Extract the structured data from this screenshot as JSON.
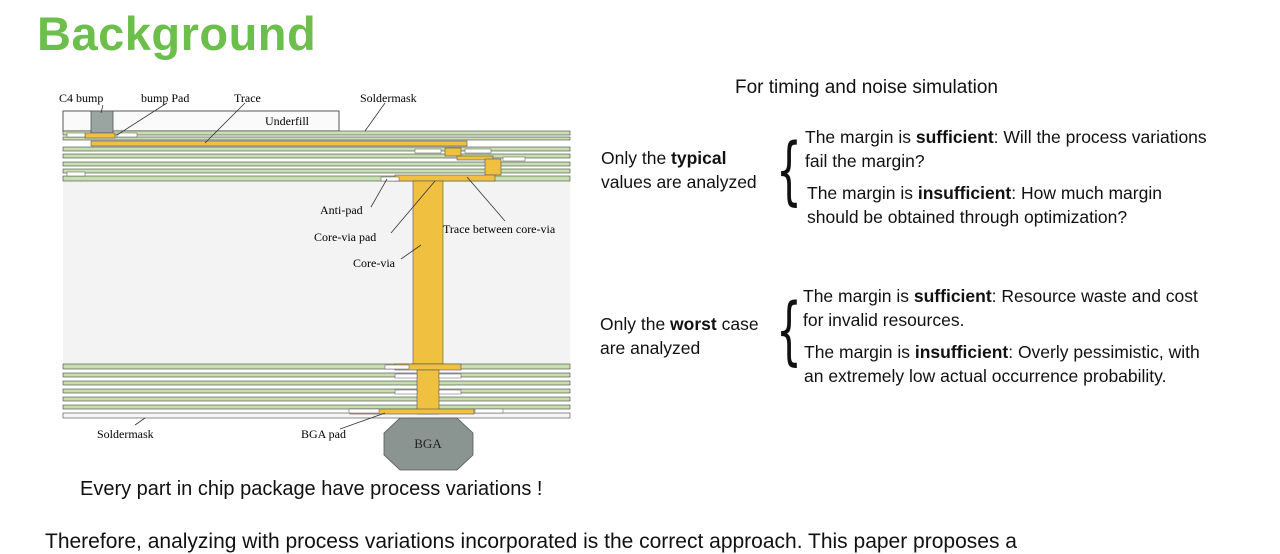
{
  "title": "Background",
  "diagram": {
    "labels": {
      "c4_bump": "C4 bump",
      "bump_pad": "bump Pad",
      "trace": "Trace",
      "soldermask_top": "Soldermask",
      "underfill": "Underfill",
      "anti_pad": "Anti-pad",
      "core_via_pad": "Core-via pad",
      "core_via": "Core-via",
      "trace_between_core_via": "Trace between core-via",
      "soldermask_bottom": "Soldermask",
      "bga_pad": "BGA pad",
      "bga": "BGA"
    },
    "colors": {
      "copper": "#f0c040",
      "dielectric_green": "#c8e0b0",
      "core": "#f3f3f3",
      "bga": "#8a9592",
      "bump": "#9aa5a2"
    }
  },
  "caption": "Every part in chip package have process variations !",
  "simulation": {
    "heading": "For timing and noise simulation",
    "typical": {
      "label_pre": "Only the ",
      "label_bold": "typical",
      "label_post": "values are analyzed",
      "cases": [
        {
          "pre": "The margin is ",
          "bold": "sufficient",
          "post": ": Will the process variations",
          "line2": "fail the margin?"
        },
        {
          "pre": "The margin is ",
          "bold": "insufficient",
          "post": ": How much margin",
          "line2": "should be obtained through optimization?"
        }
      ]
    },
    "worst": {
      "label_pre": "Only the ",
      "label_bold": "worst",
      "label_post": " case",
      "label_line2": "are analyzed",
      "cases": [
        {
          "pre": "The margin is ",
          "bold": "sufficient",
          "post": ": Resource waste and cost",
          "line2": "for invalid resources."
        },
        {
          "pre": "The margin is ",
          "bold": "insufficient",
          "post": ": Overly pessimistic, with",
          "line2": "an extremely low actual occurrence probability."
        }
      ]
    }
  },
  "bottom_text": "Therefore, analyzing with process variations incorporated is the correct approach. This paper proposes a"
}
